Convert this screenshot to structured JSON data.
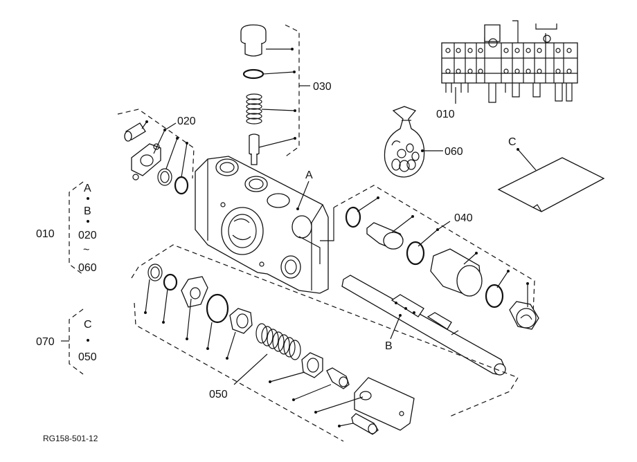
{
  "callouts": {
    "c030": "030",
    "c020": "020",
    "c010_top": "010",
    "c060": "060",
    "c040": "040",
    "c050": "050",
    "cA": "A",
    "cB": "B",
    "cC": "C"
  },
  "legend_010": {
    "number": "010",
    "items": [
      "A",
      "B",
      "020",
      "~",
      "060"
    ]
  },
  "legend_070": {
    "number": "070",
    "items": [
      "C",
      "050"
    ]
  },
  "figure_id": "RG158-501-12"
}
